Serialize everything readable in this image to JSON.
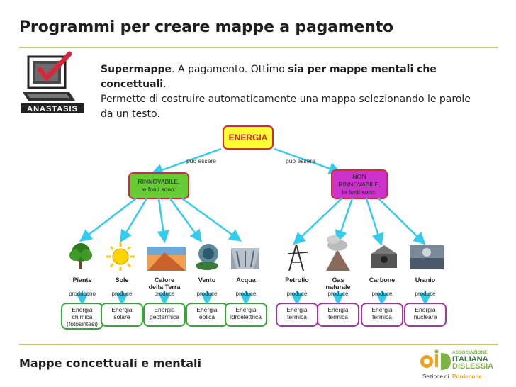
{
  "slide": {
    "title": "Programmi per creare mappe a pagamento",
    "footer": "Mappe concettuali e mentali"
  },
  "description": {
    "name": "Supermappe",
    "text1": ". A pagamento. Ottimo ",
    "bold2": "sia per mappe mentali che concettuali",
    "text2": ".",
    "line2": "Permette di costruire automaticamente una mappa selezionando le parole",
    "line3": "da un testo."
  },
  "anastasis_logo": {
    "label": "ANASTASIS"
  },
  "aid_logo": {
    "line1": "ASSOCIAZIONE",
    "line2": "ITALIANA",
    "line3": "DISLESSIA",
    "line4a": "Sezione di ",
    "line4b": "Pordenone"
  },
  "concept_map": {
    "root": "ENERGIA",
    "link_left": "può essere",
    "link_right": "può essere",
    "renewable": {
      "line1": "RINNOVABILE,",
      "line2": "le fonti sono:"
    },
    "nonrenewable": {
      "line1": "NON",
      "line2": "RINNOVABILE,",
      "line3": "le fonti sono:"
    },
    "sources_renewable": [
      {
        "label1": "Piante",
        "label2": "",
        "verb": "producono",
        "out1": "Energia",
        "out2": "chimica",
        "out3": "(fotosintesi)"
      },
      {
        "label1": "Sole",
        "label2": "",
        "verb": "produce",
        "out1": "Energia",
        "out2": "solare",
        "out3": ""
      },
      {
        "label1": "Calore",
        "label2": "della Terra",
        "verb": "produce",
        "out1": "Energia",
        "out2": "geotermica",
        "out3": ""
      },
      {
        "label1": "Vento",
        "label2": "",
        "verb": "produce",
        "out1": "Energia",
        "out2": "eolica",
        "out3": ""
      },
      {
        "label1": "Acqua",
        "label2": "",
        "verb": "produce",
        "out1": "Energia",
        "out2": "idroelettrica",
        "out3": ""
      }
    ],
    "sources_nonrenewable": [
      {
        "label1": "Petrolio",
        "label2": "",
        "verb": "produce",
        "out1": "Energia",
        "out2": "termica"
      },
      {
        "label1": "Gas",
        "label2": "naturale",
        "verb": "produce",
        "out1": "Energia",
        "out2": "termica"
      },
      {
        "label1": "Carbone",
        "label2": "",
        "verb": "produce",
        "out1": "Energia",
        "out2": "termica"
      },
      {
        "label1": "Uranio",
        "label2": "",
        "verb": "produce",
        "out1": "Energia",
        "out2": "nucleare"
      }
    ]
  },
  "colors": {
    "rule": "#c8c87a",
    "root_fill": "#ffff33",
    "root_border": "#d6283a",
    "root_text": "#d6283a",
    "renew_fill": "#66cc33",
    "nonrenew_fill": "#cc33cc",
    "arrow": "#33ccee",
    "green_border": "#33aa33",
    "purple_border": "#aa33aa"
  }
}
